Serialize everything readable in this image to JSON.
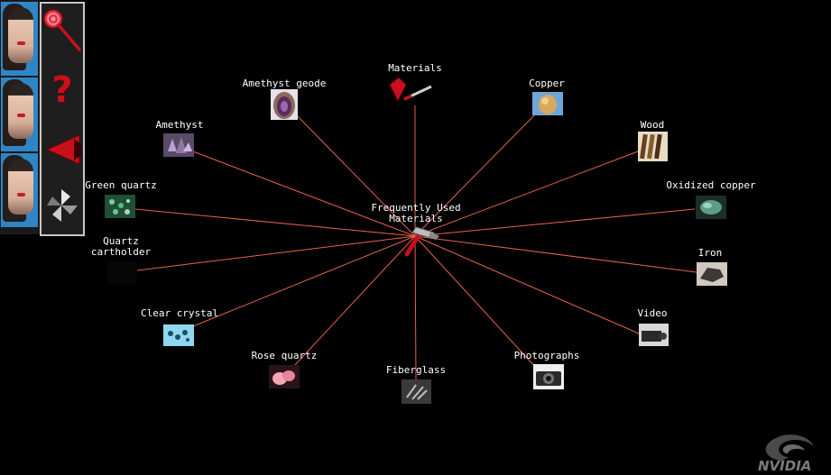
{
  "center": {
    "label": "Frequently Used\nMaterials",
    "icon": "hammer-icon"
  },
  "toolbar": {
    "items": [
      {
        "name": "magnify-tool",
        "icon": "magnifying-glass-icon"
      },
      {
        "name": "help",
        "icon": "question-mark-icon",
        "glyph": "?"
      },
      {
        "name": "back",
        "icon": "back-arrow-icon"
      },
      {
        "name": "pinwheel-tool",
        "icon": "pinwheel-icon"
      }
    ]
  },
  "nodes": [
    {
      "id": "materials",
      "label": "Materials"
    },
    {
      "id": "copper",
      "label": "Copper"
    },
    {
      "id": "wood",
      "label": "Wood"
    },
    {
      "id": "oxidized-copper",
      "label": "Oxidized copper"
    },
    {
      "id": "iron",
      "label": "Iron"
    },
    {
      "id": "video",
      "label": "Video"
    },
    {
      "id": "photographs",
      "label": "Photographs"
    },
    {
      "id": "fiberglass",
      "label": "Fiberglass"
    },
    {
      "id": "rose-quartz",
      "label": "Rose quartz"
    },
    {
      "id": "clear-crystal",
      "label": "Clear crystal"
    },
    {
      "id": "quartz-cartholder",
      "label": "Quartz\ncartholder"
    },
    {
      "id": "green-quartz",
      "label": "Green quartz"
    },
    {
      "id": "amethyst",
      "label": "Amethyst"
    },
    {
      "id": "amethyst-geode",
      "label": "Amethyst geode"
    }
  ],
  "brand": {
    "text": "NVIDIA"
  },
  "colors": {
    "background": "#000000",
    "spoke": "#e8624a",
    "label": "#ffffff",
    "accent_red": "#c8101c"
  }
}
